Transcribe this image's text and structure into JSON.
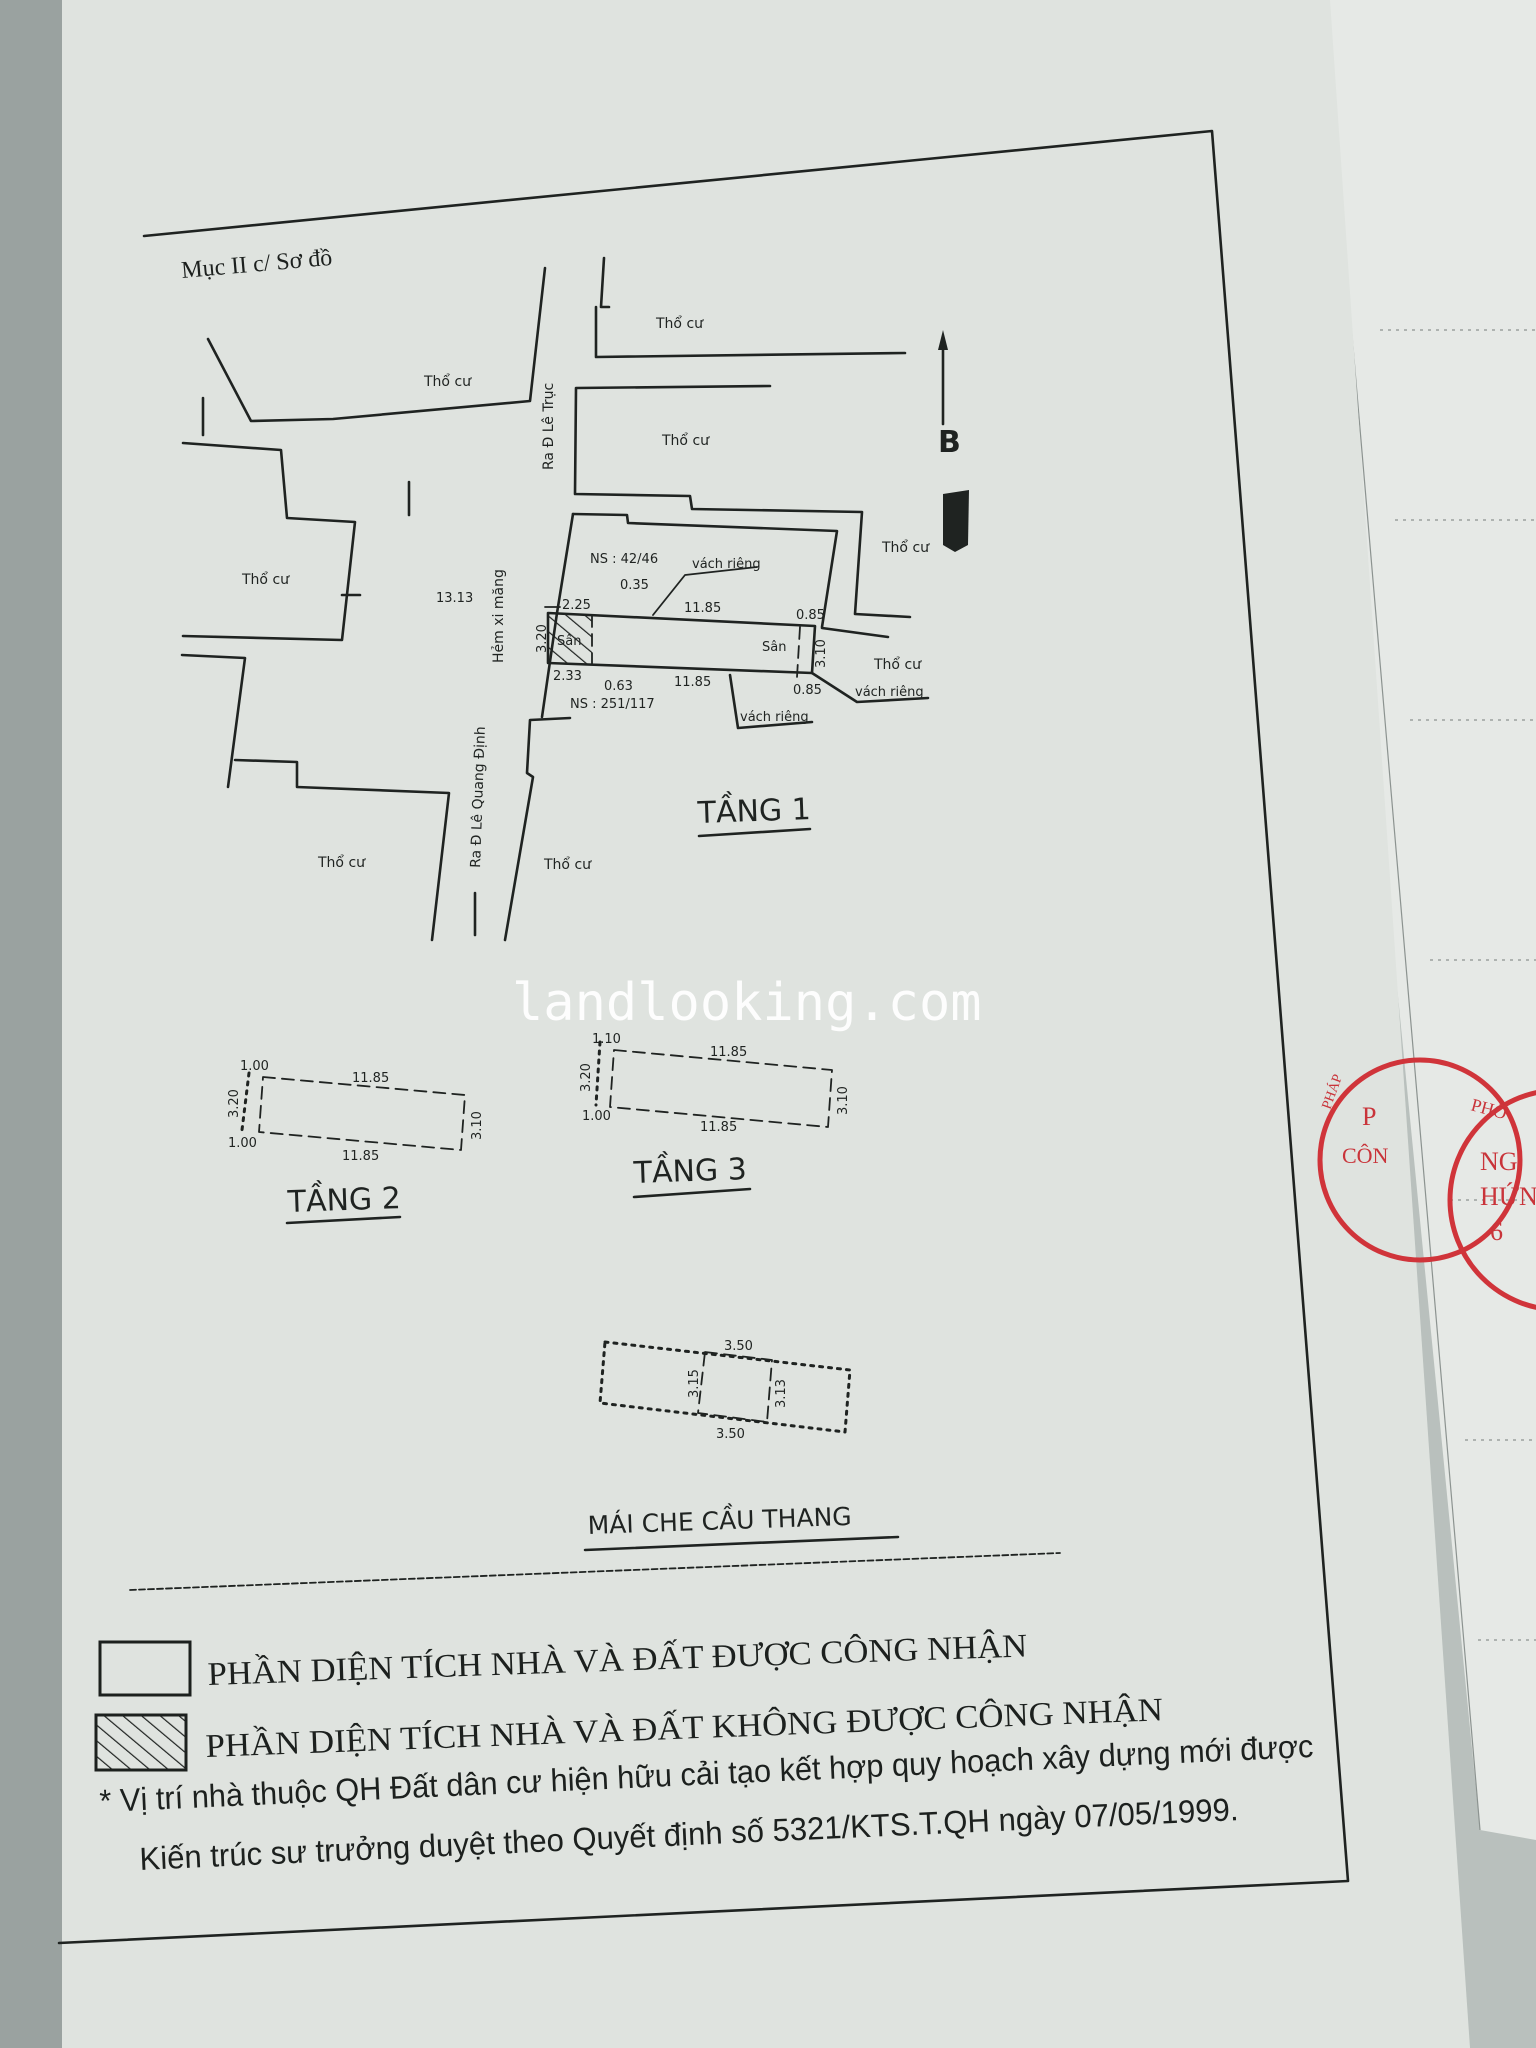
{
  "section_title": "Mục II c/ Sơ đồ",
  "north_label": "B",
  "watermark": "landlooking.com",
  "colors": {
    "paper": "#dfe3df",
    "ink": "#1f2321",
    "stamp": "#d0343a"
  },
  "floor1": {
    "title": "TẦNG 1",
    "neighbor_labels": [
      "Thổ cư",
      "Thổ cư",
      "Thổ cư",
      "Thổ cư",
      "Thổ cư",
      "Thổ cư",
      "Thổ cư",
      "Thổ cư"
    ],
    "roads": [
      "Ra Đ Lê Trục",
      "Hẻm xi măng",
      "Ra Đ Lê Quang Định"
    ],
    "lane_width": "13.13",
    "ns_north": "NS : 42/46",
    "ns_south": "NS : 251/117",
    "wall_labels": [
      "vách riêng",
      "vách riêng",
      "vách riêng"
    ],
    "yard_labels": [
      "Sân",
      "Sân"
    ],
    "dimensions": {
      "top_left": "2.25",
      "offset_top": "0.35",
      "top_length": "11.85",
      "top_right": "0.85",
      "left_width": "3.20",
      "right_width": "3.10",
      "bottom_left": "2.33",
      "offset_bottom": "0.63",
      "bottom_length": "11.85",
      "bottom_right": "0.85"
    }
  },
  "floor2": {
    "title": "TẦNG 2",
    "dimensions": {
      "top_left": "1.00",
      "top_length": "11.85",
      "left_width": "3.20",
      "right_width": "3.10",
      "bottom_left": "1.00",
      "bottom_length": "11.85"
    }
  },
  "floor3": {
    "title": "TẦNG 3",
    "dimensions": {
      "top_left": "1.10",
      "top_length": "11.85",
      "left_width": "3.20",
      "right_width": "3.10",
      "bottom_left": "1.00",
      "bottom_length": "11.85"
    }
  },
  "stair_roof": {
    "title": "MÁI CHE CẦU THANG",
    "dimensions": {
      "top": "3.50",
      "left": "3.15",
      "right": "3.13",
      "bottom": "3.50"
    }
  },
  "legend": [
    {
      "pattern": "empty",
      "label": "PHẦN DIỆN TÍCH NHÀ VÀ ĐẤT ĐƯỢC CÔNG NHẬN"
    },
    {
      "pattern": "hatched",
      "label": "PHẦN DIỆN TÍCH NHÀ VÀ ĐẤT KHÔNG ĐƯỢC CÔNG NHẬN"
    }
  ],
  "footnote": {
    "line1": "* Vị trí nhà thuộc QH Đất dân cư hiện hữu cải tạo kết hợp quy hoạch xây dựng mới được",
    "line2": "Kiến trúc sư trưởng duyệt theo Quyết định số 5321/KTS.T.QH ngày 07/05/1999."
  },
  "stamp_fragments": [
    "PHÁP",
    "P",
    "CÔN",
    "PHỐ",
    "NG",
    "HỨN",
    "6"
  ]
}
